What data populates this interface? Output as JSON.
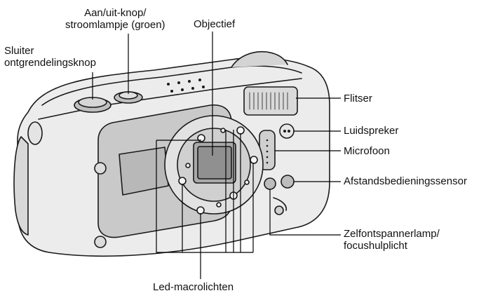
{
  "diagram": {
    "labels": {
      "power": {
        "line1": "Aan/uit-knop/",
        "line2": "stroomlampje (groen)"
      },
      "objective": "Objectief",
      "shutter": {
        "line1": "Sluiter",
        "line2": "ontgrendelingsknop"
      },
      "flash": "Flitser",
      "speaker": "Luidspreker",
      "microphone": "Microfoon",
      "remote": "Afstandsbedieningssensor",
      "selftimer": {
        "line1": "Zelfontspannerlamp/",
        "line2": "focushulplicht"
      },
      "led": "Led-macrolichten"
    }
  }
}
